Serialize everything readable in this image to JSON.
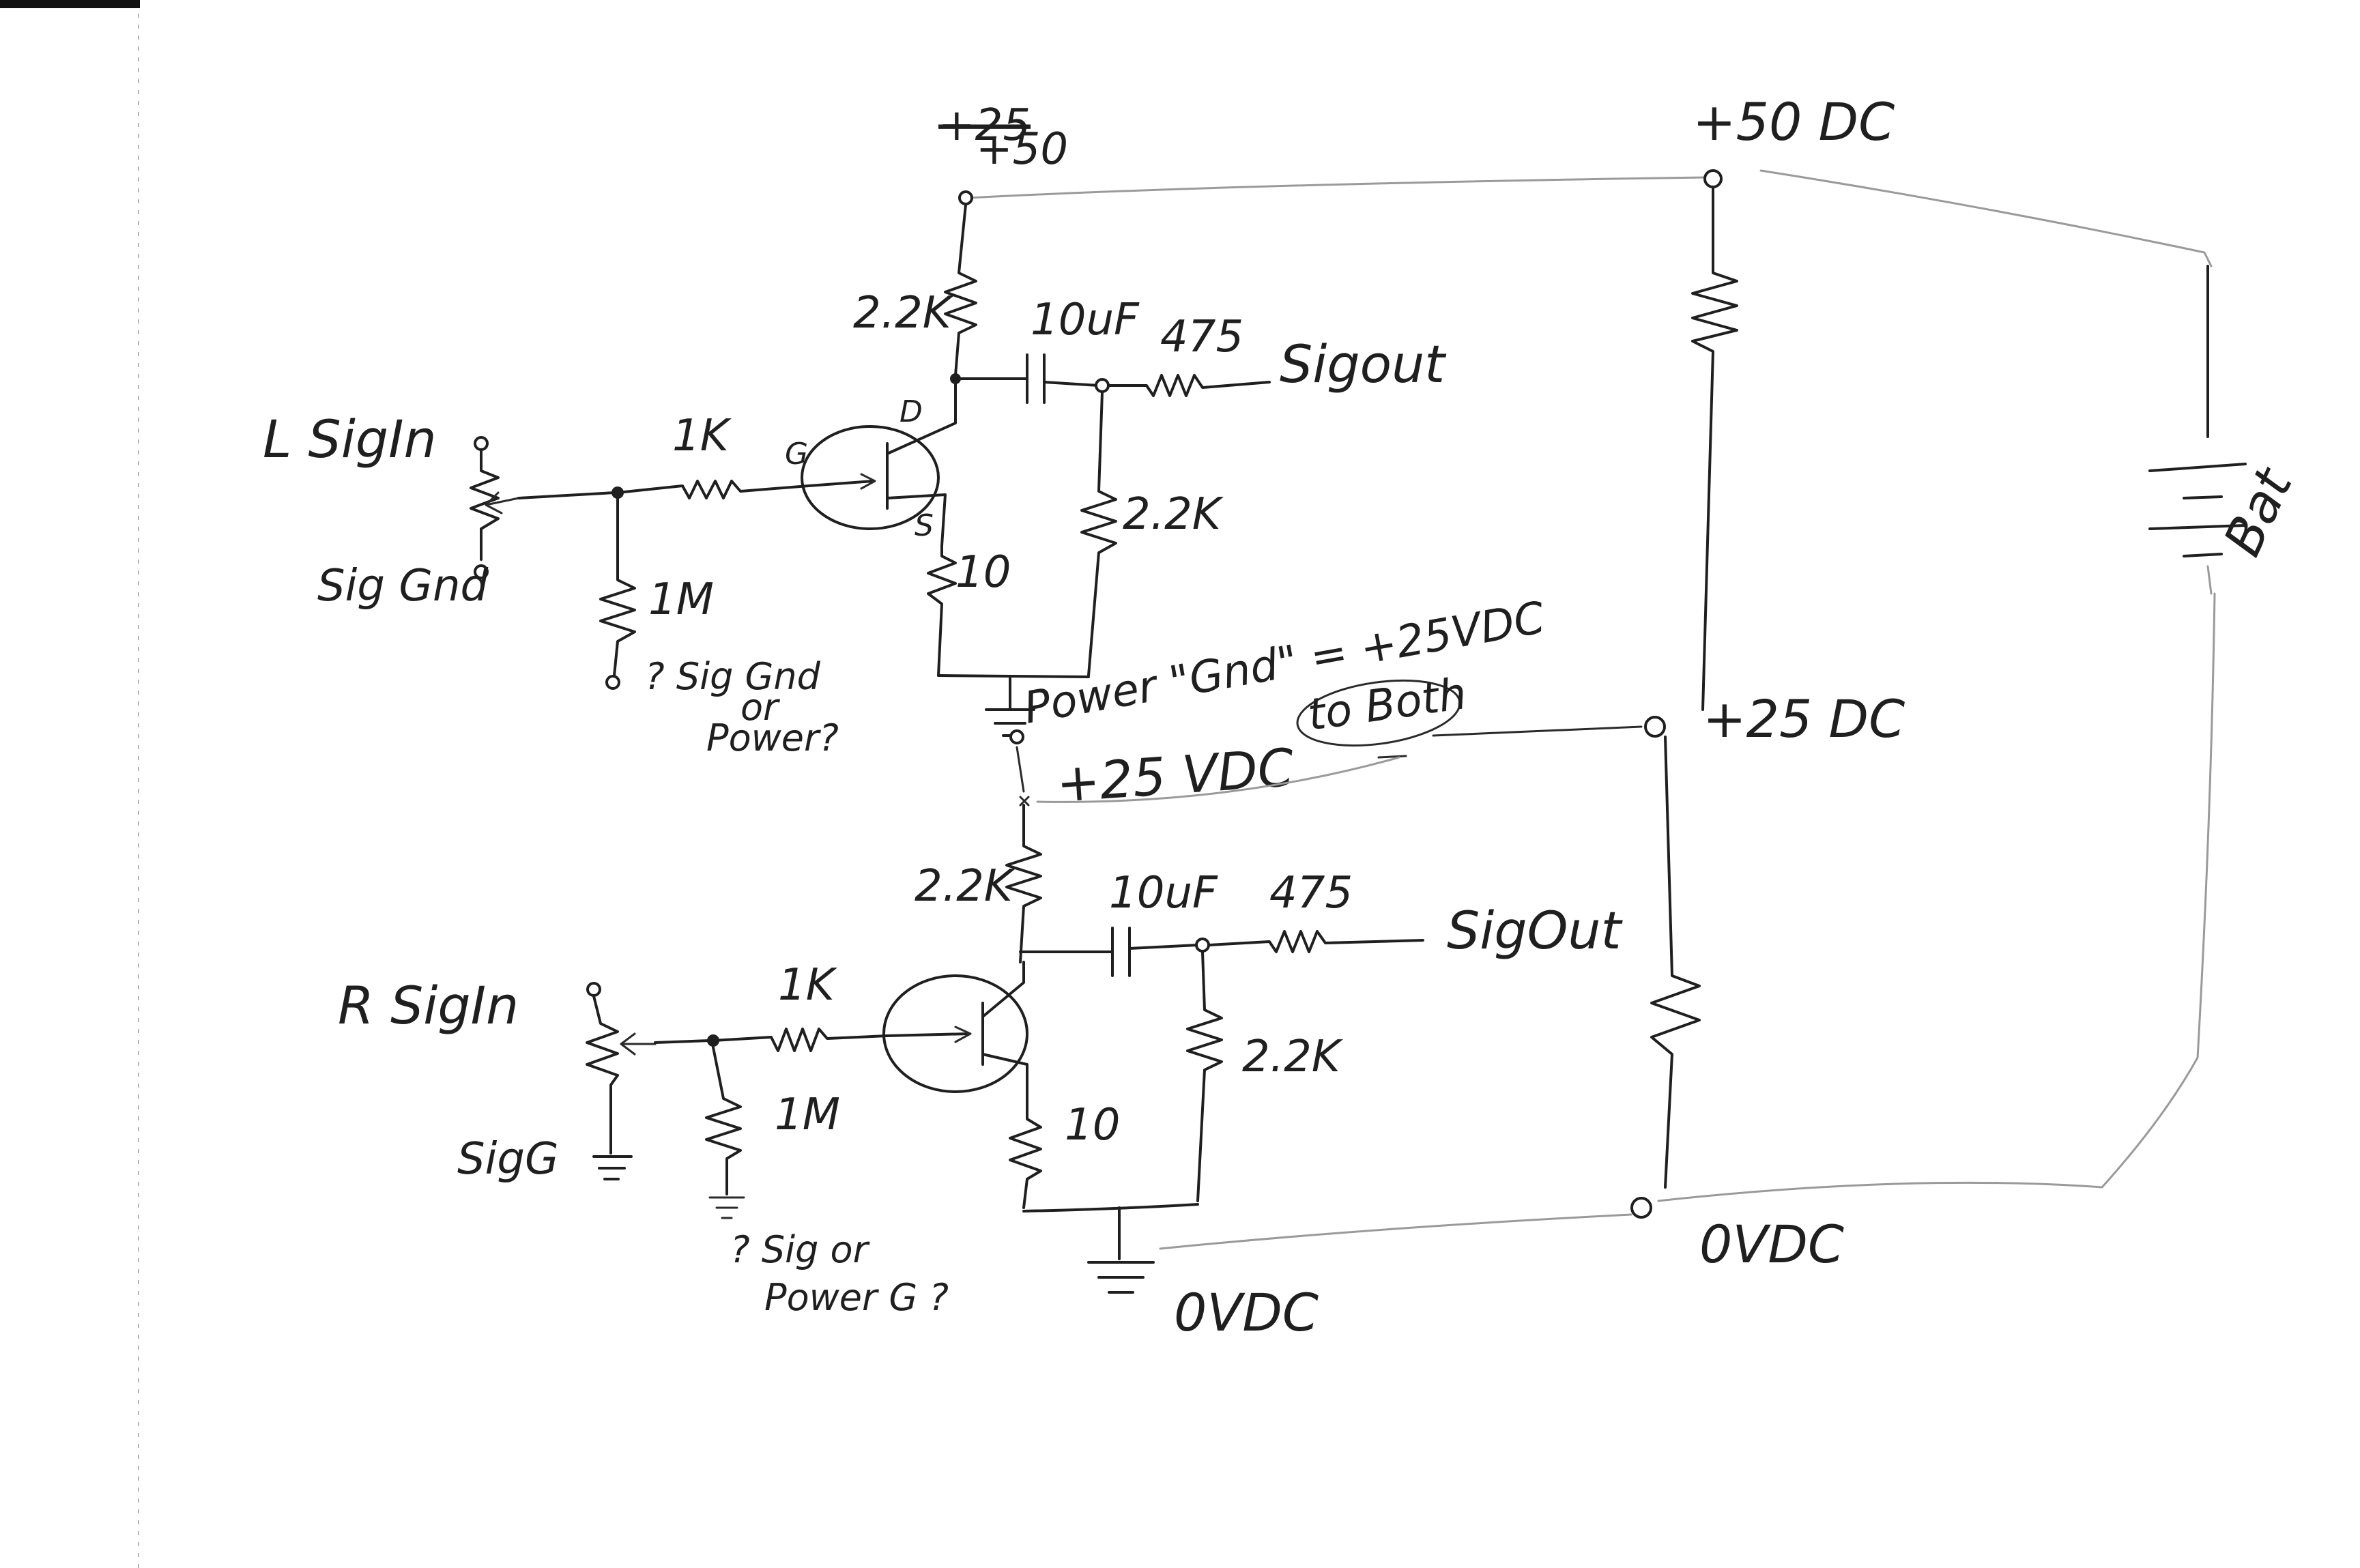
{
  "supply": {
    "plus50_label": "+50 DC",
    "plus25_label": "+25 DC",
    "zero_label": "0VDC",
    "battery_label": "Bat"
  },
  "left_channel": {
    "input_label": "L SigIn",
    "sig_gnd_label": "Sig Gnd",
    "gate_resistor": "1K",
    "pulldown_resistor": "1M",
    "pulldown_question_line1": "? Sig Gnd",
    "pulldown_question_line2": "or",
    "pulldown_question_line3": "Power?",
    "drain_supply_label": "+50",
    "drain_supply_struck": "+25",
    "drain_resistor": "2.2K",
    "coupling_cap": "10uF",
    "series_resistor": "475",
    "output_label": "Sigout",
    "output_load_resistor": "2.2K",
    "source_resistor": "10",
    "terminal_d": "D",
    "terminal_g": "G",
    "terminal_s": "S",
    "power_gnd_note": "Power \"Gnd\" = +25VDC",
    "to_both_note": "to Both"
  },
  "right_channel": {
    "drain_supply_label": "+25 VDC",
    "input_label": "R SigIn",
    "sig_gnd_label": "SigG",
    "gate_resistor": "1K",
    "pulldown_resistor": "1M",
    "pulldown_question_line1": "? Sig or",
    "pulldown_question_line2": "Power G ?",
    "drain_resistor": "2.2K",
    "coupling_cap": "10uF",
    "series_resistor": "475",
    "output_label": "SigOut",
    "output_load_resistor": "2.2K",
    "source_resistor": "10",
    "ground_label": "0VDC"
  }
}
